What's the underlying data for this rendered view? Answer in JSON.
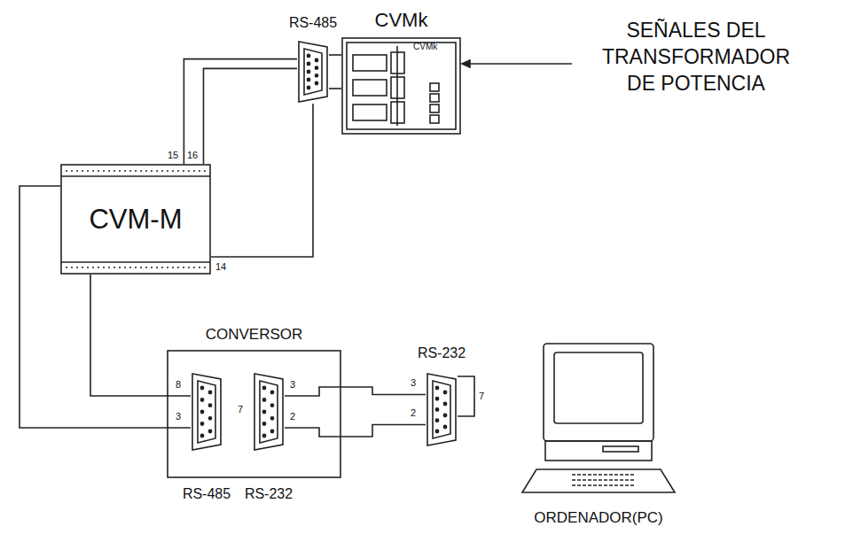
{
  "diagram": {
    "nodes": [
      {
        "text": [
          "CVMk"
        ]
      },
      {
        "text": [
          "RS-485"
        ]
      },
      {
        "text": [
          "CVM-M"
        ]
      },
      {
        "text": [
          "CONVERSOR"
        ]
      },
      {
        "text": [
          "RS-485"
        ],
        "in": 3
      },
      {
        "text": [
          "RS-232"
        ],
        "in": 3
      },
      {
        "text": [
          "RS-232"
        ]
      },
      {
        "text": [
          "ORDENADOR(PC)"
        ]
      }
    ],
    "edges": [
      {
        "from": 1,
        "to": 2,
        "arrow": "none"
      },
      {
        "from": 1,
        "to": 2,
        "arrow": "none"
      },
      {
        "from": 1,
        "to": 2,
        "arrow": "none"
      },
      {
        "from": 2,
        "to": 4,
        "arrow": "none"
      },
      {
        "from": 2,
        "to": 4,
        "arrow": "none"
      },
      {
        "from": 5,
        "to": 6,
        "arrow": "none"
      },
      {
        "from": 5,
        "to": 6,
        "arrow": "none"
      }
    ],
    "labels": [
      "CVMk",
      "SEÑALES DEL TRANSFORMADOR DE POTENCIA",
      "15",
      "16",
      "14",
      "8",
      "3",
      "7",
      "3",
      "2",
      "3",
      "2",
      "7"
    ]
  }
}
